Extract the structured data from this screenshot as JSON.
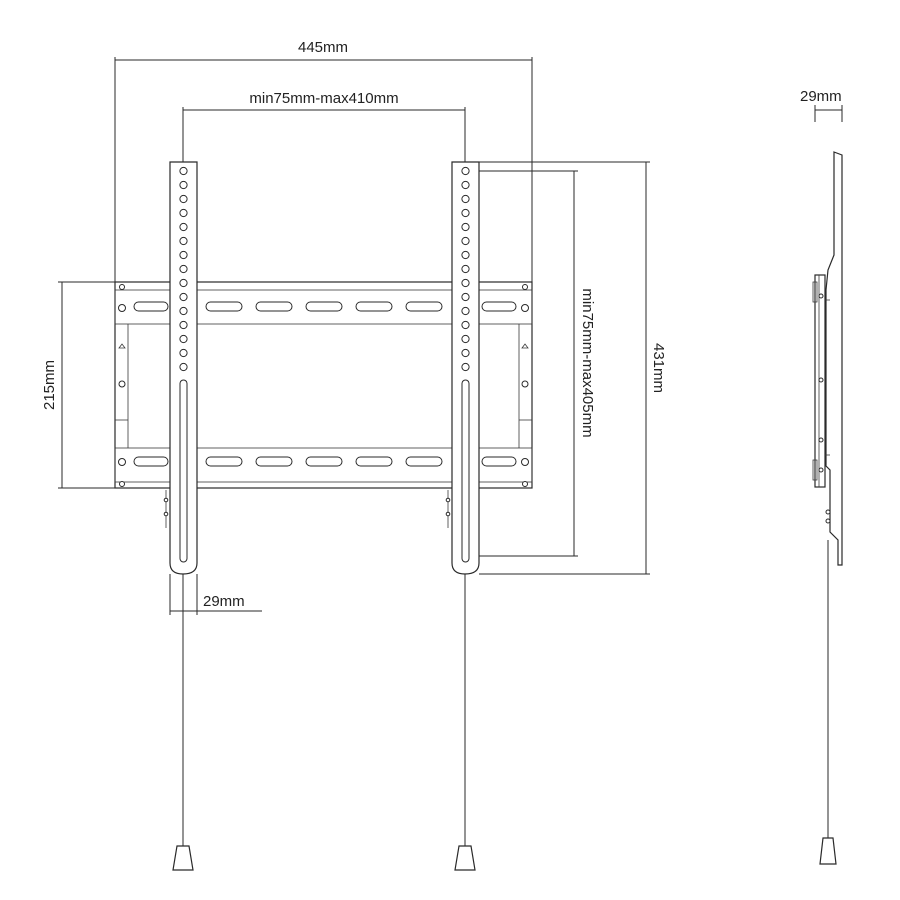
{
  "dimensions": {
    "overall_width": "445mm",
    "hole_spacing_horizontal": "min75mm-max410mm",
    "plate_height": "215mm",
    "vertical_spacing": "min75mm-max405mm",
    "arm_height": "431mm",
    "arm_width": "29mm",
    "side_depth": "29mm"
  },
  "colors": {
    "line": "#2a2a2a",
    "background": "#ffffff"
  }
}
